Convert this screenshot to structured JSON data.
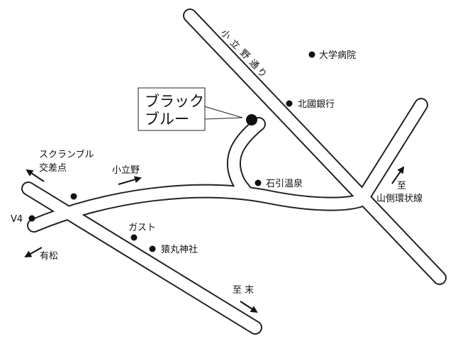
{
  "map": {
    "colors": {
      "road_edge": "#222222",
      "road_fill": "#ffffff",
      "marker": "#111111",
      "text": "#111111",
      "background": "#ffffff"
    },
    "callout": {
      "line1": "ブラック",
      "line2": "ブルー"
    },
    "roads": {
      "kotachino_dori_v1": "小",
      "kotachino_dori_v2": "立",
      "kotachino_dori_v3": "野",
      "kotachino_dori_v4": "通",
      "kotachino_dori_v5": "り"
    },
    "landmarks": {
      "university_hospital": "大学病院",
      "hokkoku_bank": "北國銀行",
      "ishibiki_onsen": "石引温泉",
      "gusto": "ガスト",
      "sarumaru_shrine": "猿丸神社",
      "v4": "V4"
    },
    "directions": {
      "scramble_line1": "スクランブル",
      "scramble_line2": "交差点",
      "kotachino": "小立野",
      "arimatsu": "有松",
      "to_sue": "至 末",
      "to_ring_line1": "至",
      "to_ring_line2": "山側環状線"
    }
  }
}
